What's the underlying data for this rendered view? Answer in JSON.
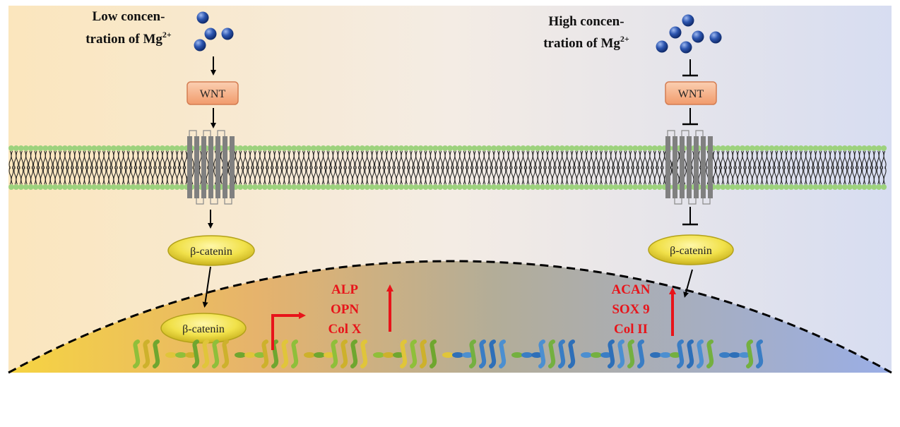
{
  "left_label": {
    "line1": "Low concen-",
    "line2_prefix": "tration of Mg",
    "line2_sup": "2+"
  },
  "right_label": {
    "line1": "High concen-",
    "line2_prefix": "tration of Mg",
    "line2_sup": "2+"
  },
  "wnt_label": "WNT",
  "catenin_label": "β-catenin",
  "left_genes": [
    "ALP",
    "OPN",
    "Col X"
  ],
  "right_genes": [
    "ACAN",
    "SOX 9",
    "Col II"
  ],
  "colors": {
    "bg_left": "#fbe6bd",
    "bg_mid": "#f4ece4",
    "bg_right": "#d7ddf1",
    "wnt_fill": "#f6b58e",
    "wnt_stroke": "#d47d52",
    "catenin_fill": "#f1e14a",
    "catenin_stroke": "#b3a21a",
    "lipid_head": "#9dd27d",
    "receptor": "#808080",
    "gene_text": "#e8141a",
    "mg_ion": "#2d56b0",
    "nucleus_left": "#f6d441",
    "nucleus_right": "#9aaee6"
  },
  "icons": [
    "mg-ion-icon",
    "activation-arrow-icon",
    "inhibition-tbar-icon",
    "dna-helix-icon",
    "receptor-icon",
    "lipid-bilayer-icon"
  ]
}
